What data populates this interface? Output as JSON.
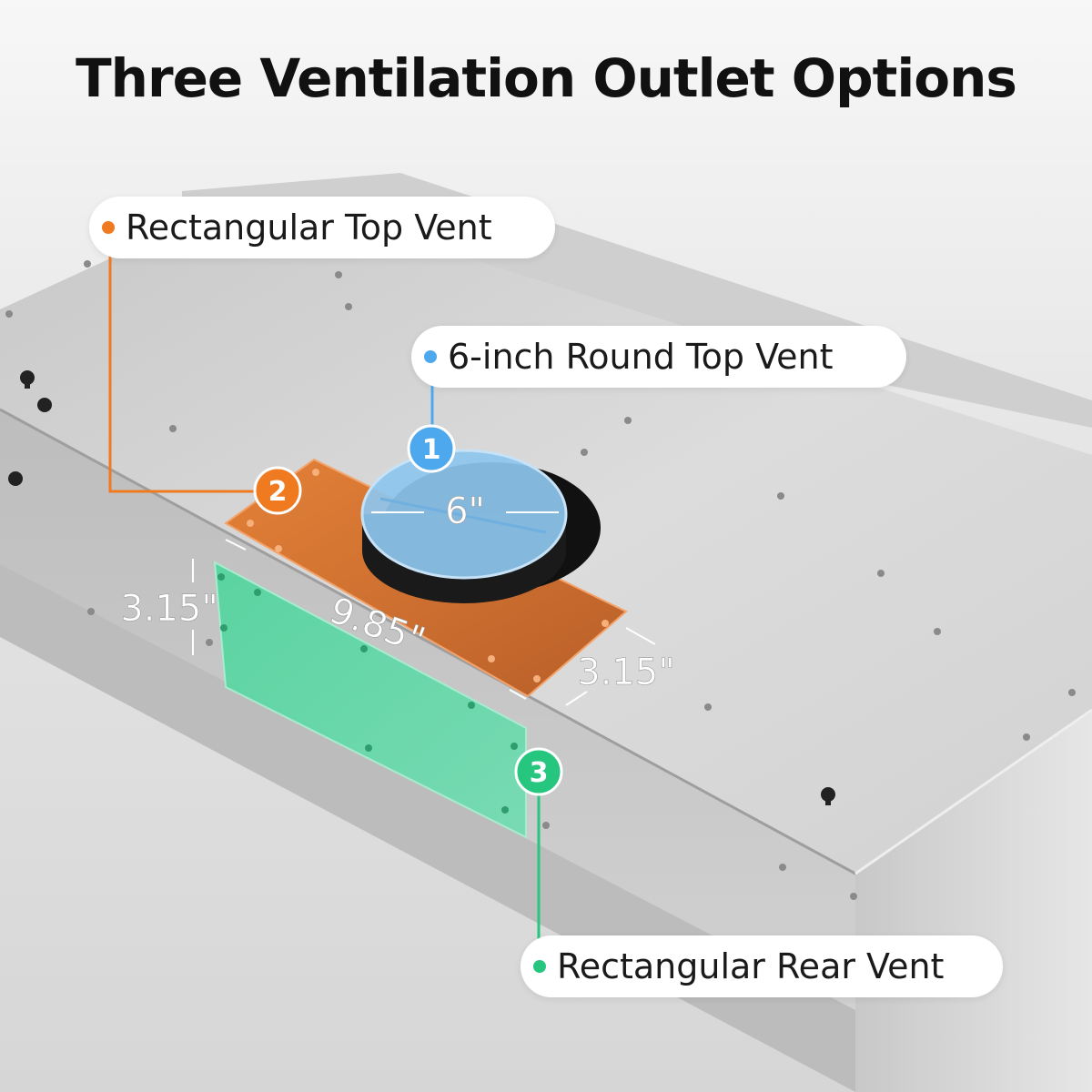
{
  "title": "Three Ventilation Outlet Options",
  "callouts": {
    "rect_top": {
      "label": "Rectangular Top Vent",
      "number": "2",
      "color": "#f07a1f"
    },
    "round_top": {
      "label": "6-inch Round Top Vent",
      "number": "1",
      "color": "#4ea8ee"
    },
    "rect_rear": {
      "label": "Rectangular Rear Vent",
      "number": "3",
      "color": "#26c67f"
    }
  },
  "dimensions": {
    "round_diameter": "6\"",
    "rear_height": "3.15\"",
    "width": "9.85\"",
    "top_depth": "3.15\""
  },
  "colors": {
    "round_vent": "#8ec6ee",
    "rect_top_plate": "#c6601f",
    "rect_rear_plate": "#55d3a0",
    "steel": "#cfcfcf"
  }
}
